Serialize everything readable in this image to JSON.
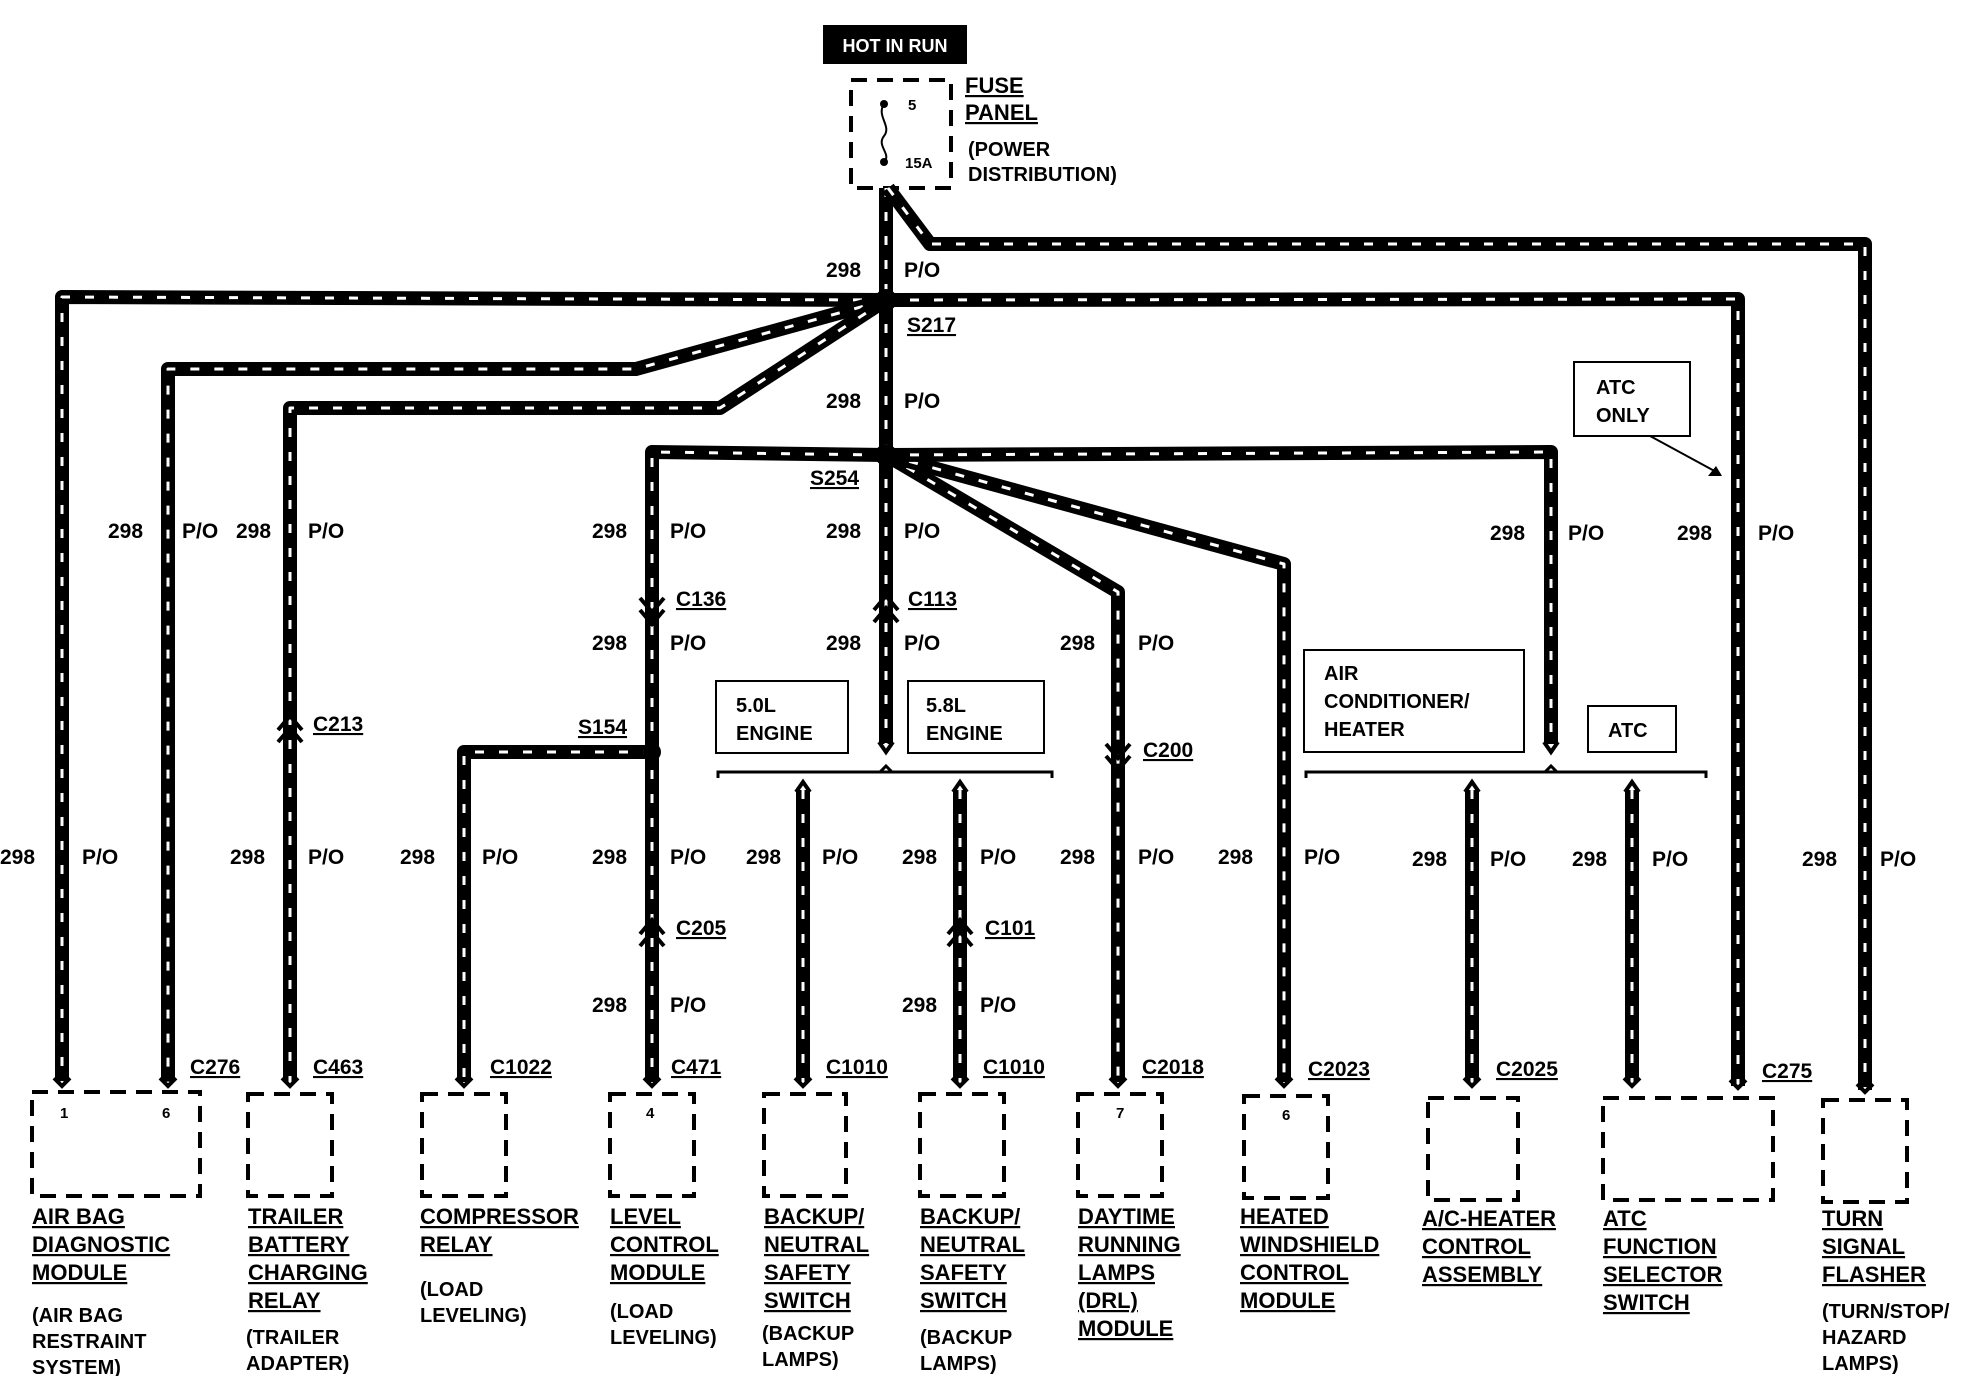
{
  "header": {
    "hot_in_run": "HOT IN RUN"
  },
  "fuse": {
    "title_1": "FUSE",
    "title_2": "PANEL",
    "desc_1": "(POWER",
    "desc_2": "DISTRIBUTION)",
    "number": "5",
    "rating": "15A"
  },
  "wire": {
    "circuit": "298",
    "color": "P/O"
  },
  "splices": {
    "s217": "S217",
    "s254": "S254",
    "s154": "S154"
  },
  "connectors": {
    "c136": "C136",
    "c113": "C113",
    "c213": "C213",
    "c200": "C200",
    "c205": "C205",
    "c101": "C101",
    "c276": "C276",
    "c463": "C463",
    "c1022": "C1022",
    "c471": "C471",
    "c1010a": "C1010",
    "c1010b": "C1010",
    "c2018": "C2018",
    "c2023": "C2023",
    "c2025": "C2025",
    "c275": "C275"
  },
  "option_boxes": {
    "atc_only_1": "ATC",
    "atc_only_2": "ONLY",
    "engine50_1": "5.0L",
    "engine50_2": "ENGINE",
    "engine58_1": "5.8L",
    "engine58_2": "ENGINE",
    "ach_1": "AIR",
    "ach_2": "CONDITIONER/",
    "ach_3": "HEATER",
    "atc": "ATC"
  },
  "components": {
    "airbag": {
      "name": [
        "AIR BAG",
        "DIAGNOSTIC",
        "MODULE"
      ],
      "desc": [
        "(AIR BAG",
        "RESTRAINT",
        "SYSTEM)"
      ],
      "pin1": "1",
      "pin2": "6"
    },
    "trailer": {
      "name": [
        "TRAILER",
        "BATTERY",
        "CHARGING",
        "RELAY"
      ],
      "desc": [
        "(TRAILER",
        "ADAPTER)"
      ]
    },
    "compressor": {
      "name": [
        "COMPRESSOR",
        "RELAY"
      ],
      "desc": [
        "(LOAD",
        "LEVELING)"
      ]
    },
    "level": {
      "name": [
        "LEVEL",
        "CONTROL",
        "MODULE"
      ],
      "desc": [
        "(LOAD",
        "LEVELING)"
      ],
      "pin": "4"
    },
    "backup1": {
      "name": [
        "BACKUP/",
        "NEUTRAL",
        "SAFETY",
        "SWITCH"
      ],
      "desc": [
        "(BACKUP",
        "LAMPS)"
      ]
    },
    "backup2": {
      "name": [
        "BACKUP/",
        "NEUTRAL",
        "SAFETY",
        "SWITCH"
      ],
      "desc": [
        "(BACKUP",
        "LAMPS)"
      ]
    },
    "drl": {
      "name": [
        "DAYTIME",
        "RUNNING",
        "LAMPS",
        "(DRL)",
        "MODULE"
      ],
      "pin": "7"
    },
    "heated": {
      "name": [
        "HEATED",
        "WINDSHIELD",
        "CONTROL",
        "MODULE"
      ],
      "pin": "6"
    },
    "acheater": {
      "name": [
        "A/C-HEATER",
        "CONTROL",
        "ASSEMBLY"
      ]
    },
    "atcswitch": {
      "name": [
        "ATC",
        "FUNCTION",
        "SELECTOR",
        "SWITCH"
      ]
    },
    "turn": {
      "name": [
        "TURN",
        "SIGNAL",
        "FLASHER"
      ],
      "desc": [
        "(TURN/STOP/",
        "HAZARD",
        "LAMPS)"
      ]
    }
  }
}
